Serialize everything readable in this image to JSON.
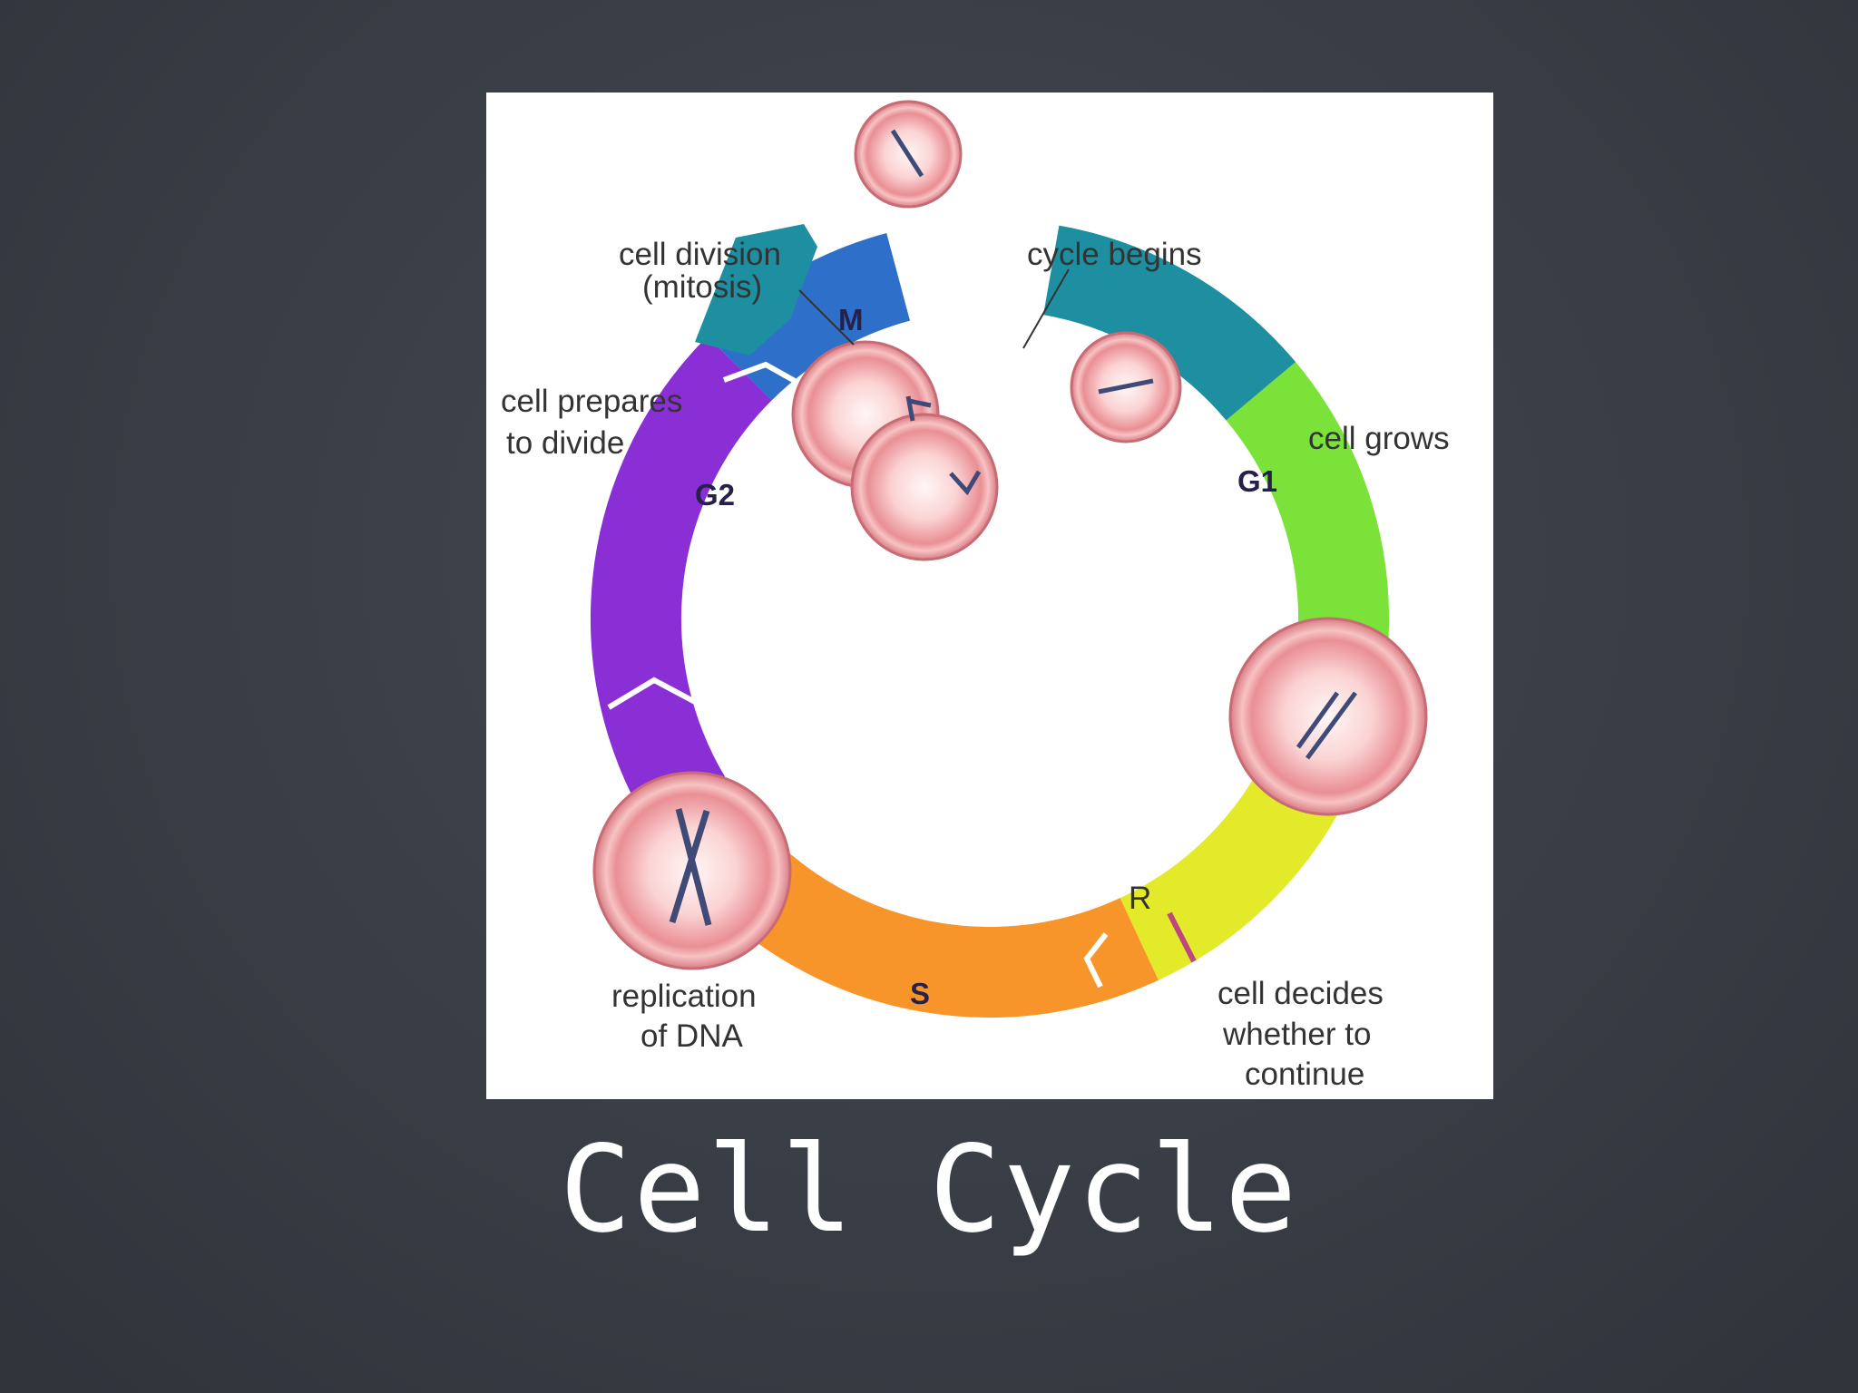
{
  "slide": {
    "title": "Cell Cycle",
    "background_color": "#393d45"
  },
  "diagram": {
    "phases": {
      "m": "M",
      "g1": "G1",
      "s": "S",
      "g2": "G2",
      "restriction_point": "R"
    },
    "annotations": {
      "cell_division_line1": "cell division",
      "cell_division_line2": "(mitosis)",
      "cycle_begins": "cycle begins",
      "cell_prepares_line1": "cell prepares",
      "cell_prepares_line2": "to divide",
      "cell_grows": "cell grows",
      "replication_line1": "replication",
      "replication_line2": "of DNA",
      "decides_line1": "cell decides",
      "decides_line2": "whether to",
      "decides_line3": "continue"
    },
    "colors": {
      "m": "#1e8fa0",
      "g1": "#7be23a",
      "s": "#f7952a",
      "g2": "#8a2fd6",
      "cell": "#f3a9a9"
    }
  }
}
